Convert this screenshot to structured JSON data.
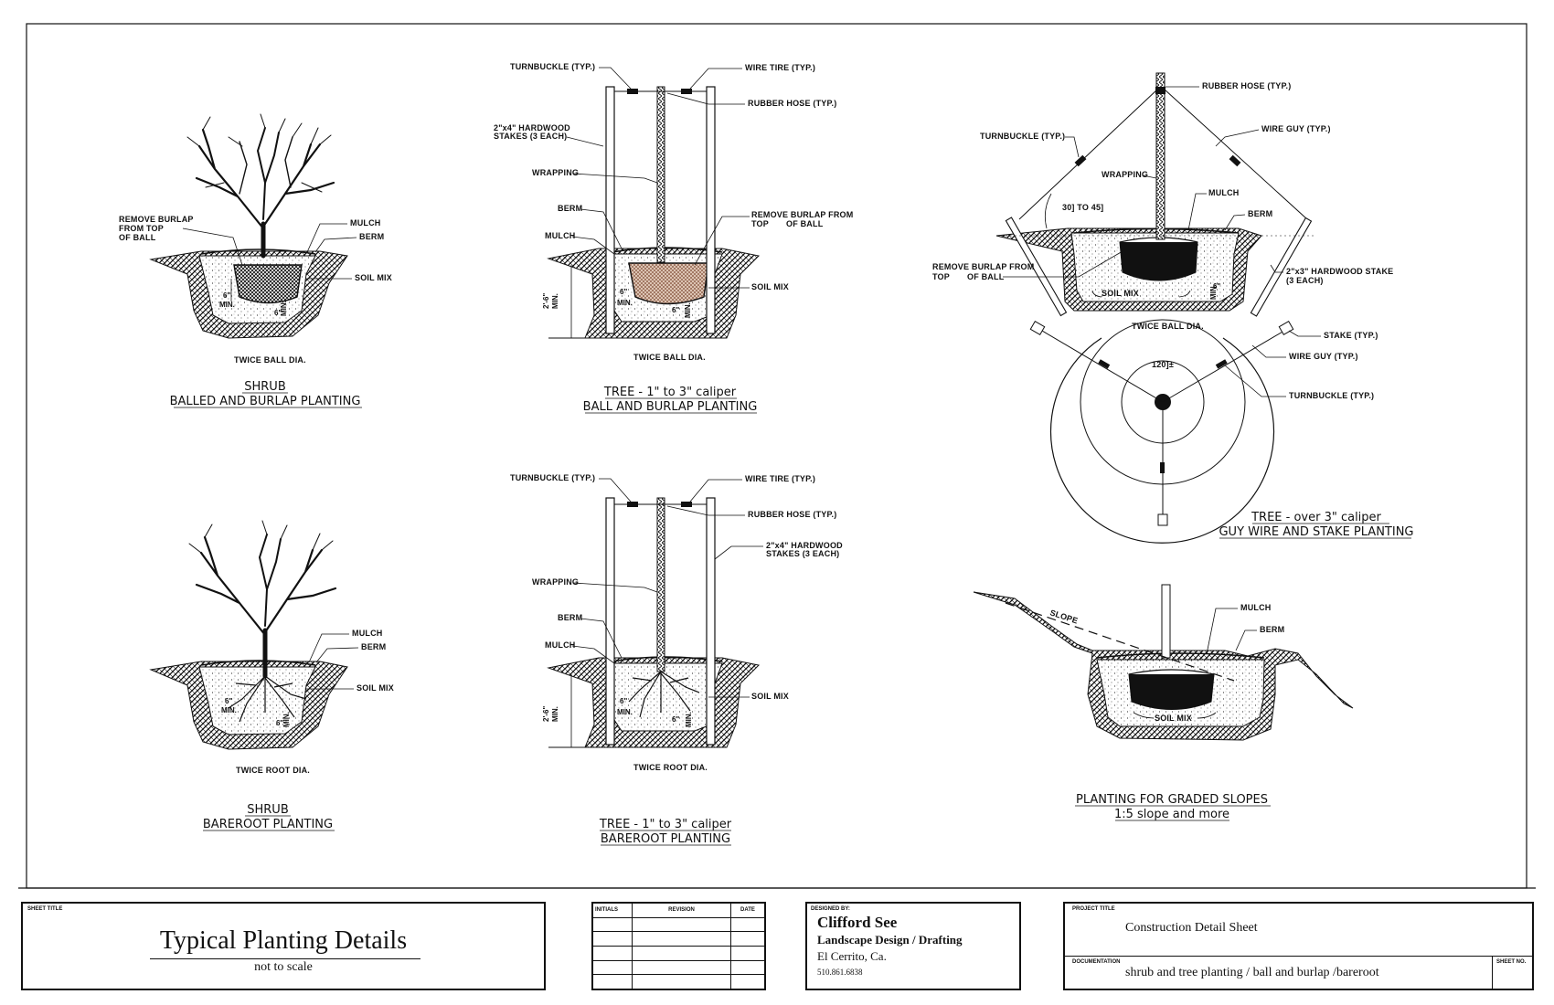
{
  "details": {
    "shrub_bb": {
      "caption_line1": "SHRUB",
      "caption_line2": "BALLED AND BURLAP PLANTING",
      "labels": [
        "REMOVE BURLAP",
        "FROM TOP",
        "OF BALL",
        "MULCH",
        "BERM",
        "SOIL MIX",
        "TWICE BALL DIA."
      ],
      "dims": [
        "6\"",
        "MIN.",
        "6\"",
        "MIN."
      ]
    },
    "tree_small_bb": {
      "caption_line1": "TREE - 1\" to 3\" caliper",
      "caption_line2": "BALL AND BURLAP PLANTING",
      "labels": [
        "TURNBUCKLE (TYP.)",
        "WIRE TIRE (TYP.)",
        "RUBBER HOSE (TYP.)",
        "2\"x4\" HARDWOOD",
        "STAKES (3 EACH)",
        "WRAPPING",
        "BERM",
        "MULCH",
        "REMOVE BURLAP FROM",
        "TOP",
        "OF BALL",
        "SOIL MIX",
        "TWICE BALL DIA."
      ],
      "dims": [
        "2'-6\"",
        "MIN.",
        "6\"",
        "MIN.",
        "6\"",
        "MIN."
      ]
    },
    "tree_large": {
      "caption_line1": "TREE - over 3\" caliper",
      "caption_line2": "GUY WIRE AND STAKE PLANTING",
      "labels": [
        "RUBBER HOSE (TYP.)",
        "TURNBUCKLE (TYP.)",
        "WIRE GUY (TYP.)",
        "WRAPPING",
        "MULCH",
        "BERM",
        "30] TO 45]",
        "REMOVE BURLAP FROM",
        "TOP",
        "OF BALL",
        "2\"x3\" HARDWOOD STAKE",
        "(3 EACH)",
        "SOIL MIX",
        "TWICE BALL DIA.",
        "STAKE (TYP.)",
        "WIRE GUY (TYP.)",
        "TURNBUCKLE (TYP.)",
        "120]±"
      ],
      "dims": [
        "6\"",
        "MIN."
      ]
    },
    "shrub_bareroot": {
      "caption_line1": "SHRUB",
      "caption_line2": "BAREROOT PLANTING",
      "labels": [
        "MULCH",
        "BERM",
        "SOIL MIX",
        "TWICE ROOT DIA."
      ],
      "dims": [
        "6\"",
        "MIN.",
        "6\"",
        "MIN."
      ]
    },
    "tree_small_bareroot": {
      "caption_line1": "TREE - 1\" to 3\" caliper",
      "caption_line2": "BAREROOT PLANTING",
      "labels": [
        "TURNBUCKLE (TYP.)",
        "WIRE TIRE (TYP.)",
        "RUBBER HOSE (TYP.)",
        "2\"x4\" HARDWOOD",
        "STAKES (3 EACH)",
        "WRAPPING",
        "BERM",
        "MULCH",
        "SOIL MIX",
        "TWICE ROOT DIA."
      ],
      "dims": [
        "2'-6\"",
        "MIN.",
        "6\"",
        "MIN.",
        "6\"",
        "MIN."
      ]
    },
    "slope": {
      "caption_line1": "PLANTING FOR GRADED SLOPES",
      "caption_line2": "1:5 slope and more",
      "labels": [
        "SLOPE",
        "MULCH",
        "BERM",
        "SOIL MIX"
      ]
    }
  },
  "title_block": {
    "sheet_title_label": "SHEET TITLE",
    "sheet_title": "Typical Planting Details",
    "sheet_subtitle": "not to scale",
    "revision": {
      "col_initials": "INITIALS",
      "col_revision": "REVISION",
      "col_date": "DATE",
      "rows": 5
    },
    "designer_label": "DESIGNED BY:",
    "designer_name": "Clifford See",
    "designer_business": "Landscape Design / Drafting",
    "designer_city": "El Cerrito, Ca.",
    "designer_phone": "510.861.6838",
    "project_title_label": "PROJECT TITLE",
    "project_title": "Construction Detail Sheet",
    "documentation_label": "DOCUMENTATION",
    "documentation": "shrub and tree planting / ball and burlap /bareroot",
    "sheet_no_label": "SHEET NO."
  }
}
